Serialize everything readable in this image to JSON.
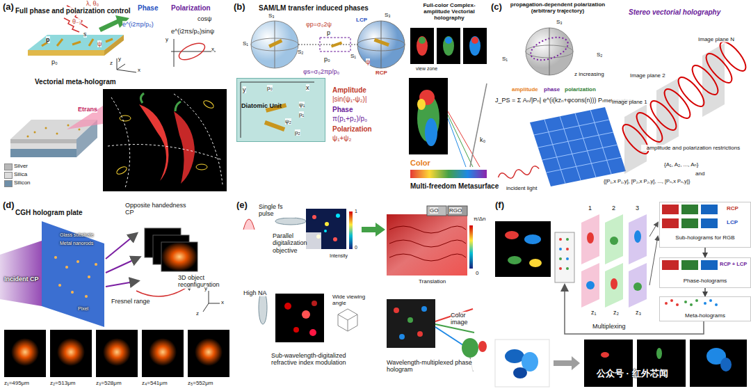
{
  "diagram": {
    "nodes": [
      {
        "text": [
          "Diatomic Unit"
        ]
      },
      {
        "text": [
          "RCP",
          "LCP",
          "Sub-holograms for RGB"
        ]
      },
      {
        "text": [
          "RCP + LCP",
          "Phase-holograms"
        ]
      },
      {
        "text": [
          "Meta-holograms"
        ]
      }
    ],
    "edges": [
      {
        "from": 1,
        "to": 2,
        "arrow": "to"
      },
      {
        "from": 2,
        "to": 3,
        "arrow": "to"
      }
    ],
    "labels": [
      "(a)",
      "Full phase and polarization control",
      "λ, θ₀",
      "θ₋₁",
      "Phase",
      "Polarization",
      "e^(i2πp/p₀)",
      "cosψ",
      "e^(i2πs/p₀)sinψ",
      "y",
      "x",
      "p",
      "s",
      "ψ",
      "p₀",
      "z",
      "y",
      "x",
      "Vectorial meta-hologram",
      "Etrans",
      "(b)",
      "SAM/LM transfer induced phases",
      "S₃",
      "S₁",
      "S₂",
      "LCP",
      "S₃",
      "S₁",
      "RCP",
      "φp=σ₀2ψ",
      "p",
      "p₀",
      "ψ",
      "φs=σ₀2πp/p₀",
      "x",
      "y",
      "p₀",
      "ψ₁",
      "p₁",
      "ψ₂",
      "p₂",
      "Amplitude",
      "|sin(ψ₁-ψ₂)|",
      "Phase",
      "π(p₁+p₂)/p₀",
      "Polarization",
      "ψ₁+ψ₂",
      "Full-color Complex-amplitude Vectorial holography",
      "view zone",
      "Color",
      "Multi-freedom Metasurface",
      "k₀",
      "(c)",
      "propagation-dependent polarization (arbitrary trajectory)",
      "S₃",
      "S₁",
      "S₂",
      "z increasing",
      "amplitude",
      "phase",
      "polarization",
      "J_PS = Σ Aₙ/|Pₙ| e^(i(kzₙ+φcons(n))) Pₙ",
      "incident light",
      "metasurface",
      "Stereo vectorial holography",
      "Image plane N",
      "Image plane 2",
      "Image plane 1",
      "amplitude and polarization restrictions",
      "{A₁, A₂, ..., Aₙ}",
      "and",
      "{[P₁,x P₁,y], [P₂,x P₂,y], ..., [Pₙ,x Pₙ,y]}",
      "(d)",
      "CGH hologram plate",
      "Opposite handedness CP",
      "Glass substrate",
      "Metal nanorods",
      "Pixel",
      "Incident CP",
      "3D object reconfiguration",
      "Fresnel range",
      "x",
      "y",
      "z",
      "z₁=495μm",
      "z₂=513μm",
      "z₃=528μm",
      "z₄=541μm",
      "z₅=552μm",
      "(e)",
      "Single fs pulse",
      "Parallel digitalization objective",
      "Intensity",
      "1",
      "0",
      "π/Δn",
      "0",
      "GO",
      "RGO",
      "Translation",
      "High NA",
      "Sub-wavelength-digitalized refractive index modulation",
      "Wide viewing angle",
      "Wavelength-multiplexed phase hologram",
      "Color image",
      "(f)",
      "1",
      "2",
      "3",
      "z₁",
      "z₂",
      "z₃",
      "Multiplexing",
      "公众号 · 红外芯闻"
    ],
    "legend": [
      {
        "text": "Silver",
        "color": "#b8b8b8"
      },
      {
        "text": "Silica",
        "color": "#dcdcdc"
      },
      {
        "text": "Silicon",
        "color": "#6f8fa8"
      }
    ]
  }
}
